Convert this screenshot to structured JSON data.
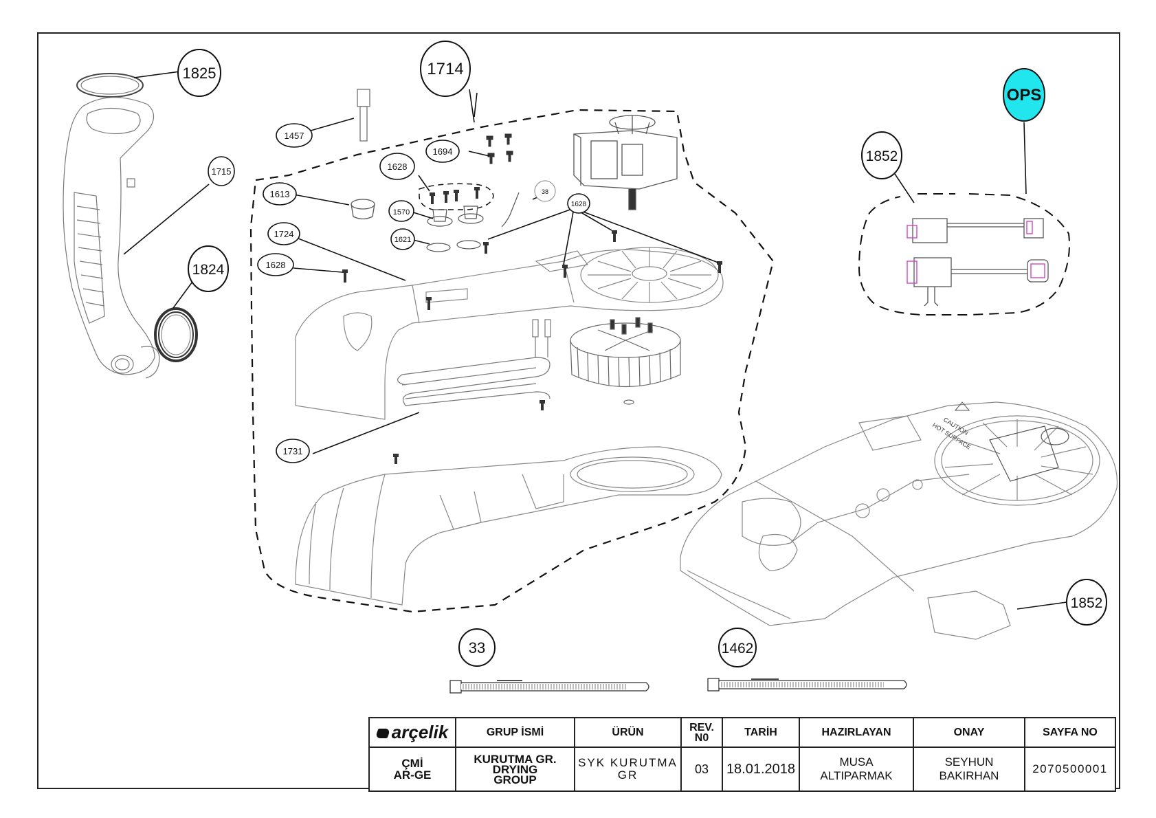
{
  "callouts": {
    "c1825": "1825",
    "c1714": "1714",
    "c1715": "1715",
    "c1824": "1824",
    "c1457": "1457",
    "c1694": "1694",
    "c1628a": "1628",
    "c1613": "1613",
    "c1570": "1570",
    "c38": "38",
    "c1628b": "1628",
    "c1724": "1724",
    "c1621": "1621",
    "c1628c": "1628",
    "c1731": "1731",
    "c33": "33",
    "c1462": "1462",
    "c1852a": "1852",
    "c1852b": "1852",
    "ops": "OPS"
  },
  "drawing_text": {
    "caution_line1": "CAUTION",
    "caution_line2": "HOT SURFACE"
  },
  "colors": {
    "ops_fill": "#22e6ee",
    "connector_magenta": "#d046c8"
  },
  "title_block": {
    "logo": "arçelik",
    "headers": {
      "group_name": "GRUP İSMİ",
      "product": "ÜRÜN",
      "rev_line1": "REV.",
      "rev_line2": "N0",
      "date": "TARİH",
      "prepared_by": "HAZIRLAYAN",
      "approval": "ONAY",
      "page_no": "SAYFA NO"
    },
    "values": {
      "dept_line1": "ÇMİ",
      "dept_line2": "AR-GE",
      "group_line1": "KURUTMA GR.",
      "group_line2": "DRYING",
      "group_line3": "GROUP",
      "product_line1": "SYK KURUTMA",
      "product_line2": "GR",
      "rev": "03",
      "date": "18.01.2018",
      "prepared_by": "MUSA  ALTIPARMAK",
      "approval": "SEYHUN BAKIRHAN",
      "page_no": "2070500001"
    }
  }
}
